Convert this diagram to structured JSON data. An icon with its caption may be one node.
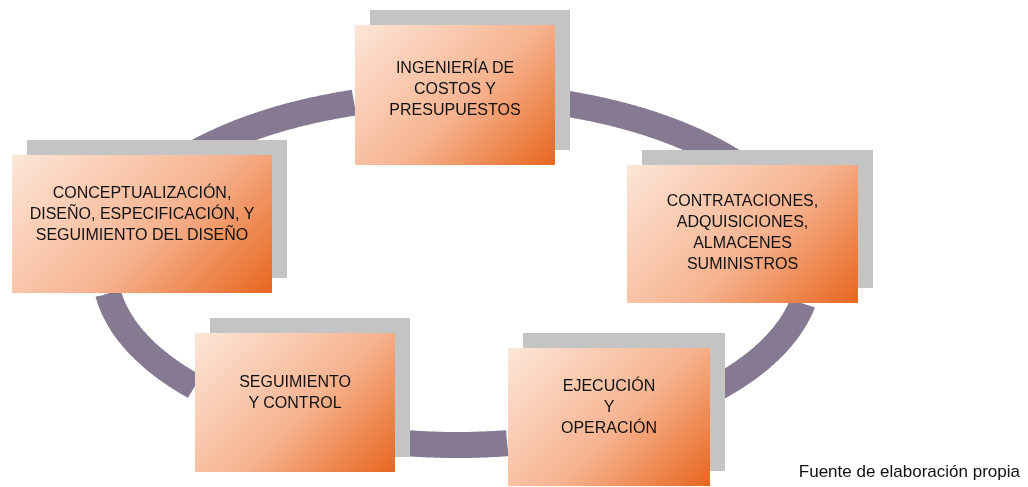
{
  "diagram": {
    "nodes": [
      {
        "text": [
          "CONCEPTUALIZACIÓN, DISEÑO, ESPECIFICACIÓN, Y SEGUIMIENTO DEL DISEÑO"
        ]
      },
      {
        "text": [
          "INGENIERÍA DE COSTOS Y PRESUPUESTOS"
        ]
      },
      {
        "text": [
          "CONTRATACIONES, ADQUISICIONES, ALMACENES SUMINISTROS"
        ]
      },
      {
        "text": [
          "EJECUCIÓN Y OPERACIÓN"
        ]
      },
      {
        "text": [
          "SEGUIMIENTO Y CONTROL"
        ]
      }
    ],
    "edges": [
      {
        "from": 0,
        "to": 1,
        "arrow": "none"
      },
      {
        "from": 1,
        "to": 2,
        "arrow": "none"
      },
      {
        "from": 2,
        "to": 3,
        "arrow": "none"
      },
      {
        "from": 3,
        "to": 4,
        "arrow": "none"
      },
      {
        "from": 4,
        "to": 0,
        "arrow": "none"
      }
    ],
    "labels": [
      "Fuente de elaboración propia"
    ]
  }
}
